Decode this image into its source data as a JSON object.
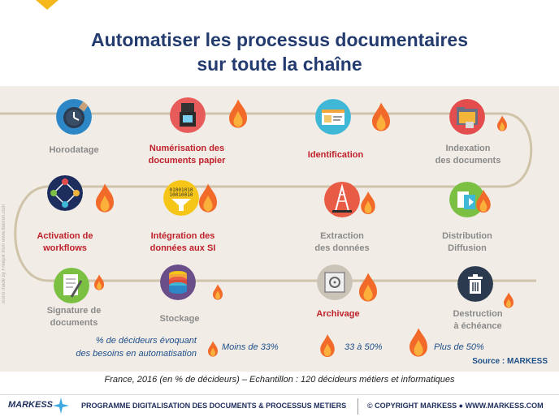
{
  "title": {
    "line1": "Automatiser les processus documentaires",
    "line2": "sur toute la chaîne"
  },
  "steps": [
    {
      "label1": "Horodatage",
      "label2": "",
      "icon": "clock-icon",
      "level": "none"
    },
    {
      "label1": "Numérisation des",
      "label2": "documents papier",
      "icon": "scanner-icon",
      "level": "high"
    },
    {
      "label1": "Identification",
      "label2": "",
      "icon": "id-card-icon",
      "level": "high"
    },
    {
      "label1": "Indexation",
      "label2": "des documents",
      "icon": "folder-icon",
      "level": "low"
    },
    {
      "label1": "Activation de",
      "label2": "workflows",
      "icon": "workflow-icon",
      "level": "high"
    },
    {
      "label1": "Intégration des",
      "label2": "données aux SI",
      "icon": "funnel-icon",
      "level": "high"
    },
    {
      "label1": "Extraction",
      "label2": "des données",
      "icon": "oil-rig-icon",
      "level": "medium"
    },
    {
      "label1": "Distribution",
      "label2": "Diffusion",
      "icon": "share-icon",
      "level": "medium"
    },
    {
      "label1": "Signature de",
      "label2": "documents",
      "icon": "signature-icon",
      "level": "low"
    },
    {
      "label1": "Stockage",
      "label2": "",
      "icon": "database-icon",
      "level": "low"
    },
    {
      "label1": "Archivage",
      "label2": "",
      "icon": "safe-icon",
      "level": "high"
    },
    {
      "label1": "Destruction",
      "label2": "à échéance",
      "icon": "trash-icon",
      "level": "low"
    }
  ],
  "legend": {
    "caption_line1": "% de décideurs évoquant",
    "caption_line2": "des besoins en automatisation",
    "low": "Moins de 33%",
    "medium": "33 à 50%",
    "high": "Plus de 50%"
  },
  "source": "Source : MARKESS",
  "credit": "Icons made by Freepik from www.flaticon.com",
  "sample": "France, 2016 (en % de décideurs) – Echantillon : 120 décideurs métiers et informatiques",
  "footer": {
    "logo": "MARKESS",
    "program": "PROGRAMME DIGITALISATION DES DOCUMENTS & PROCESSUS METIERS",
    "copyright": "© COPYRIGHT MARKESS ● WWW.MARKESS.COM"
  },
  "colors": {
    "title": "#233b6e",
    "red_label": "#c0202a",
    "grey_label": "#8a8a8a",
    "flame_outer": "#f26a2a",
    "flame_inner": "#fbb03b",
    "path": "#cfc3a9",
    "panel": "#f1ede6"
  }
}
